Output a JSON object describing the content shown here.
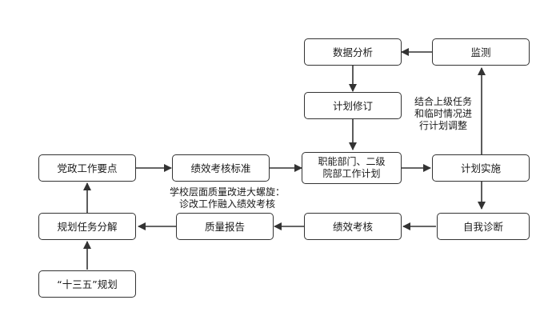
{
  "colors": {
    "line": "#333333",
    "box_border": "#333333",
    "box_fill": "#ffffff",
    "text": "#1a1a1a"
  },
  "nodes": {
    "data_analysis": "数据分析",
    "monitor": "监测",
    "plan_revision": "计划修订",
    "functional_depts": "职能部门、二级\n院部工作计划",
    "plan_implementation": "计划实施",
    "party_gov_points": "党政工作要点",
    "performance_standard": "绩效考核标准",
    "plan_task_breakdown": "规划任务分解",
    "quality_report": "质量报告",
    "performance_assessment": "绩效考核",
    "self_diagnosis": "自我诊断",
    "five_year_plan": "“十三五”规划"
  },
  "notes": {
    "combine_tasks": "结合上级任务\n和临时情况进\n行计划调整",
    "spiral": "学校层面质量改进大螺旋：\n诊改工作融入绩效考核"
  }
}
